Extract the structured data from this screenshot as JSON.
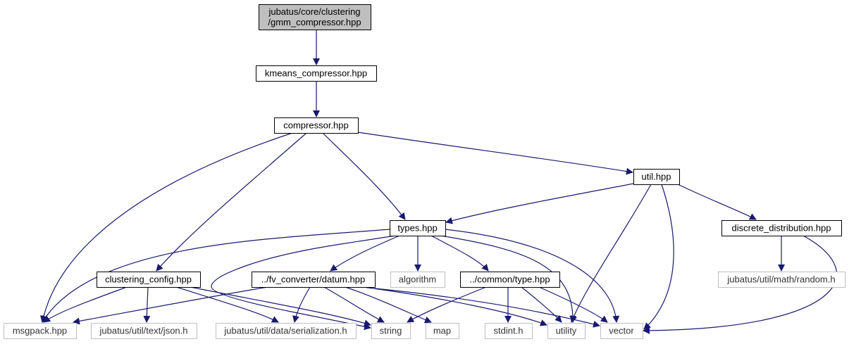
{
  "nodes": {
    "gmm_compressor": {
      "lines": [
        "jubatus/core/clustering",
        "/gmm_compressor.hpp"
      ]
    },
    "kmeans_compressor": {
      "label": "kmeans_compressor.hpp"
    },
    "compressor": {
      "label": "compressor.hpp"
    },
    "util": {
      "label": "util.hpp"
    },
    "types": {
      "label": "types.hpp"
    },
    "discrete_distribution": {
      "label": "discrete_distribution.hpp"
    },
    "clustering_config": {
      "label": "clustering_config.hpp"
    },
    "datum": {
      "label": "../fv_converter/datum.hpp"
    },
    "algorithm": {
      "label": "algorithm"
    },
    "common_type": {
      "label": "../common/type.hpp"
    },
    "random_h": {
      "label": "jubatus/util/math/random.h"
    },
    "msgpack": {
      "label": "msgpack.hpp"
    },
    "json_h": {
      "label": "jubatus/util/text/json.h"
    },
    "serialization_h": {
      "label": "jubatus/util/data/serialization.h"
    },
    "string": {
      "label": "string"
    },
    "map": {
      "label": "map"
    },
    "stdint_h": {
      "label": "stdint.h"
    },
    "utility": {
      "label": "utility"
    },
    "vector": {
      "label": "vector"
    }
  },
  "edges": [
    [
      "gmm_compressor",
      "kmeans_compressor"
    ],
    [
      "kmeans_compressor",
      "compressor"
    ],
    [
      "compressor",
      "util"
    ],
    [
      "compressor",
      "types"
    ],
    [
      "compressor",
      "clustering_config"
    ],
    [
      "compressor",
      "msgpack"
    ],
    [
      "util",
      "types"
    ],
    [
      "util",
      "discrete_distribution"
    ],
    [
      "util",
      "utility"
    ],
    [
      "util",
      "vector"
    ],
    [
      "types",
      "msgpack"
    ],
    [
      "types",
      "string"
    ],
    [
      "types",
      "datum"
    ],
    [
      "types",
      "algorithm"
    ],
    [
      "types",
      "common_type"
    ],
    [
      "types",
      "utility"
    ],
    [
      "types",
      "vector"
    ],
    [
      "discrete_distribution",
      "random_h"
    ],
    [
      "discrete_distribution",
      "vector"
    ],
    [
      "clustering_config",
      "msgpack"
    ],
    [
      "clustering_config",
      "json_h"
    ],
    [
      "clustering_config",
      "serialization_h"
    ],
    [
      "clustering_config",
      "string"
    ],
    [
      "datum",
      "msgpack"
    ],
    [
      "datum",
      "serialization_h"
    ],
    [
      "datum",
      "string"
    ],
    [
      "datum",
      "map"
    ],
    [
      "datum",
      "utility"
    ],
    [
      "datum",
      "vector"
    ],
    [
      "common_type",
      "string"
    ],
    [
      "common_type",
      "stdint_h"
    ],
    [
      "common_type",
      "utility"
    ],
    [
      "common_type",
      "vector"
    ]
  ],
  "colors": {
    "edge": "#191970",
    "node_border": "#000000",
    "external_border": "#bfbfbf",
    "root_fill": "#bfbfbf",
    "node_fill": "#ffffff"
  }
}
